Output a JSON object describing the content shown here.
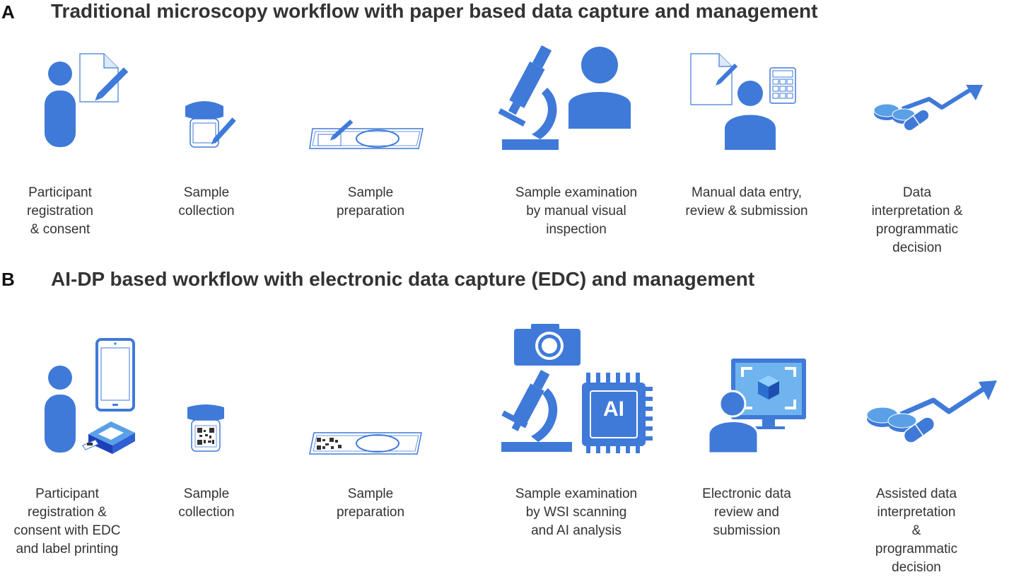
{
  "panel_a": {
    "letter": "A",
    "title": "Traditional microscopy workflow with paper based data capture and management",
    "steps": [
      {
        "label": "Participant\nregistration\n& consent"
      },
      {
        "label": "Sample\ncollection"
      },
      {
        "label": "Sample\npreparation"
      },
      {
        "label": "Sample examination\nby manual visual\ninspection"
      },
      {
        "label": "Manual data entry,\nreview & submission"
      },
      {
        "label": "Data interpretation &\nprogrammatic decision"
      }
    ]
  },
  "panel_b": {
    "letter": "B",
    "title": "AI-DP based workflow with electronic data capture (EDC) and management",
    "chip_text": "AI",
    "steps": [
      {
        "label": "Participant\nregistration &\nconsent with EDC\nand label printing"
      },
      {
        "label": "Sample\ncollection"
      },
      {
        "label": "Sample\npreparation"
      },
      {
        "label": "Sample examination\nby WSI scanning\nand AI analysis"
      },
      {
        "label": "Electronic data\nreview and\nsubmission"
      },
      {
        "label": "Assisted data interpretation\n& programmatic decision"
      }
    ]
  },
  "colors": {
    "icon_blue": "#3f7ad8",
    "light_blue": "#5aa0e6",
    "outline_blue": "#3f7ad8"
  }
}
